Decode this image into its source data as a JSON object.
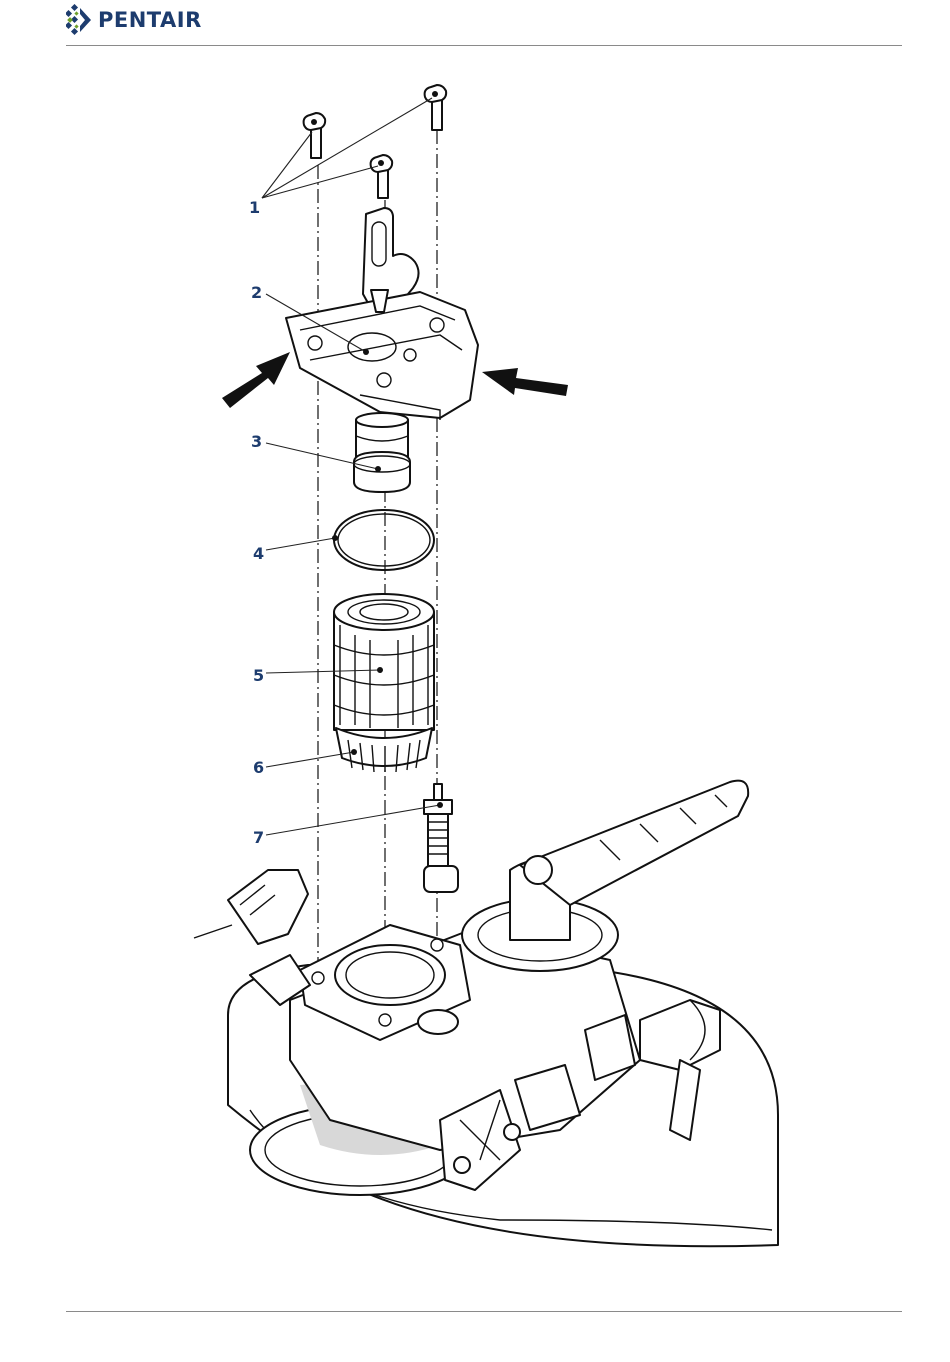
{
  "header": {
    "brand": "PENTAIR",
    "brand_color": "#1d3c6e",
    "logo_icon": "pentair-logo-icon"
  },
  "figure": {
    "callout_color": "#1d3c6e",
    "callouts": [
      {
        "id": "1",
        "label": "1"
      },
      {
        "id": "2",
        "label": "2"
      },
      {
        "id": "3",
        "label": "3"
      },
      {
        "id": "4",
        "label": "4"
      },
      {
        "id": "5",
        "label": "5"
      },
      {
        "id": "6",
        "label": "6"
      },
      {
        "id": "7",
        "label": "7"
      }
    ],
    "icons": [
      "screw-icon",
      "cover-plate-icon",
      "piston-icon",
      "o-ring-icon",
      "seal-stack-icon",
      "spacer-icon",
      "injector-icon",
      "valve-body-icon",
      "arrow-left-icon",
      "arrow-right-icon"
    ]
  }
}
